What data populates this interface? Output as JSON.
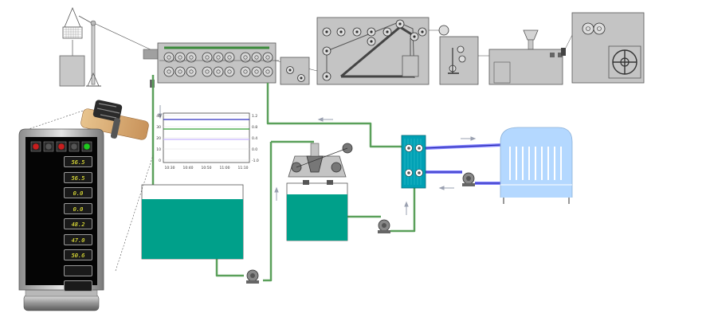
{
  "controller": {
    "readouts": [
      "56.5",
      "56.5",
      "0.0",
      "0.0",
      "48.2",
      "47.0",
      "50.6",
      "",
      ""
    ],
    "lamps": [
      "#c81e1e",
      "#555555",
      "#c81e1e",
      "#555555",
      "#1ec81e"
    ]
  },
  "monitor": {
    "left_ticks": [
      "40",
      "30",
      "20",
      "10",
      "0"
    ],
    "right_ticks": [
      "1.2",
      "0.8",
      "0.4",
      "0.0",
      "-1.0"
    ],
    "x_ticks": [
      "10:30",
      "10:40",
      "10:50",
      "11:00",
      "11:10"
    ],
    "series_colors": [
      "#3030c0",
      "#30a030",
      "#c8b4ff"
    ]
  },
  "colors": {
    "water": "#00a08a",
    "pipe": "#5aa05a",
    "machine": "#c4c4c4",
    "exchanger": "#00a0b4",
    "tower": "#b4d8ff"
  }
}
